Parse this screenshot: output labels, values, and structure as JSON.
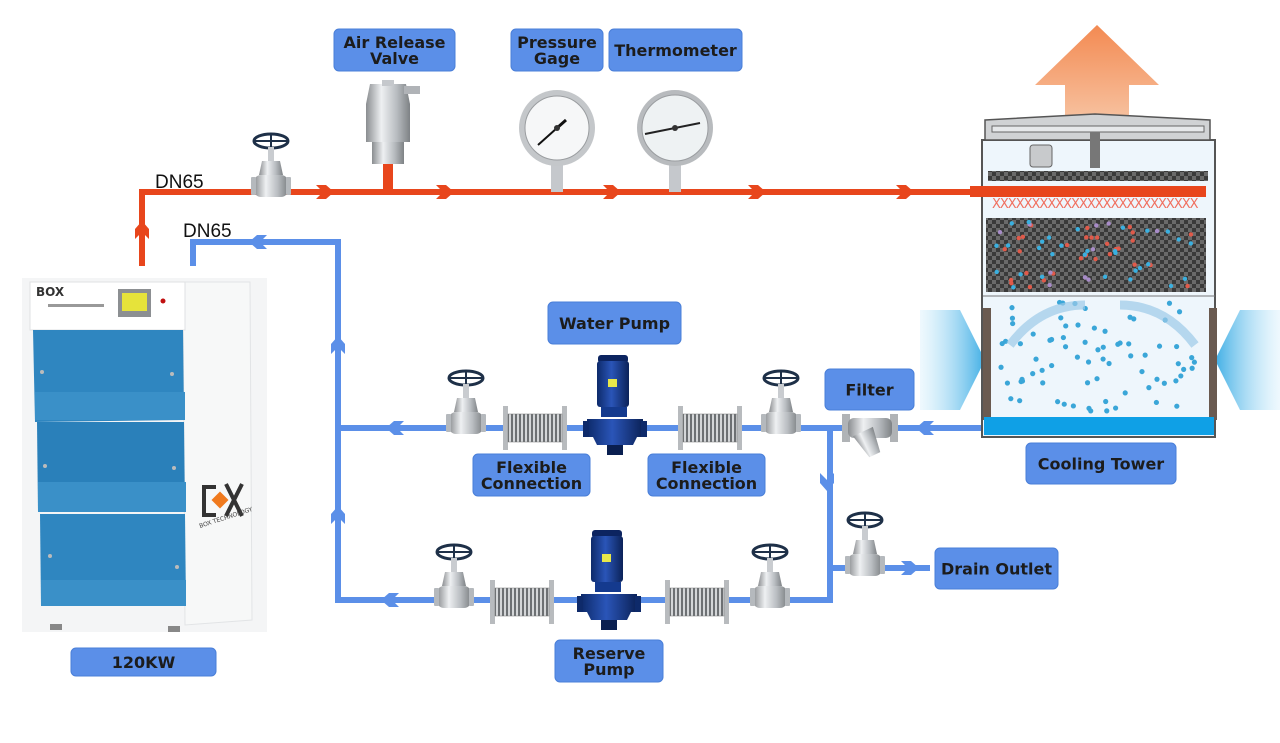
{
  "diagram": {
    "pipe_labels": {
      "supply": "DN65",
      "return": "DN65"
    },
    "labels": {
      "air_release_valve": [
        "Air Release",
        "Valve"
      ],
      "pressure_gage": [
        "Pressure",
        "Gage"
      ],
      "thermometer": [
        "Thermometer"
      ],
      "water_pump": [
        "Water Pump"
      ],
      "filter": [
        "Filter"
      ],
      "flexible_connection_1": [
        "Flexible",
        "Connection"
      ],
      "flexible_connection_2": [
        "Flexible",
        "Connection"
      ],
      "cooling_tower": [
        "Cooling Tower"
      ],
      "drain_outlet": [
        "Drain Outlet"
      ],
      "reserve_pump": [
        "Reserve",
        "Pump"
      ],
      "unit": [
        "120KW"
      ]
    },
    "brand_logo": "BOX",
    "brand_caption": "BOX TECHNOLOGY",
    "colors": {
      "hot_pipe": "#e8461c",
      "cold_pipe": "#5b8fe8",
      "label_bg": "#5b8fe8",
      "cabinet_panel": "#2f86c0",
      "exhaust_arrow": "#f4a06a",
      "intake_air": "#4fb6e8"
    }
  }
}
